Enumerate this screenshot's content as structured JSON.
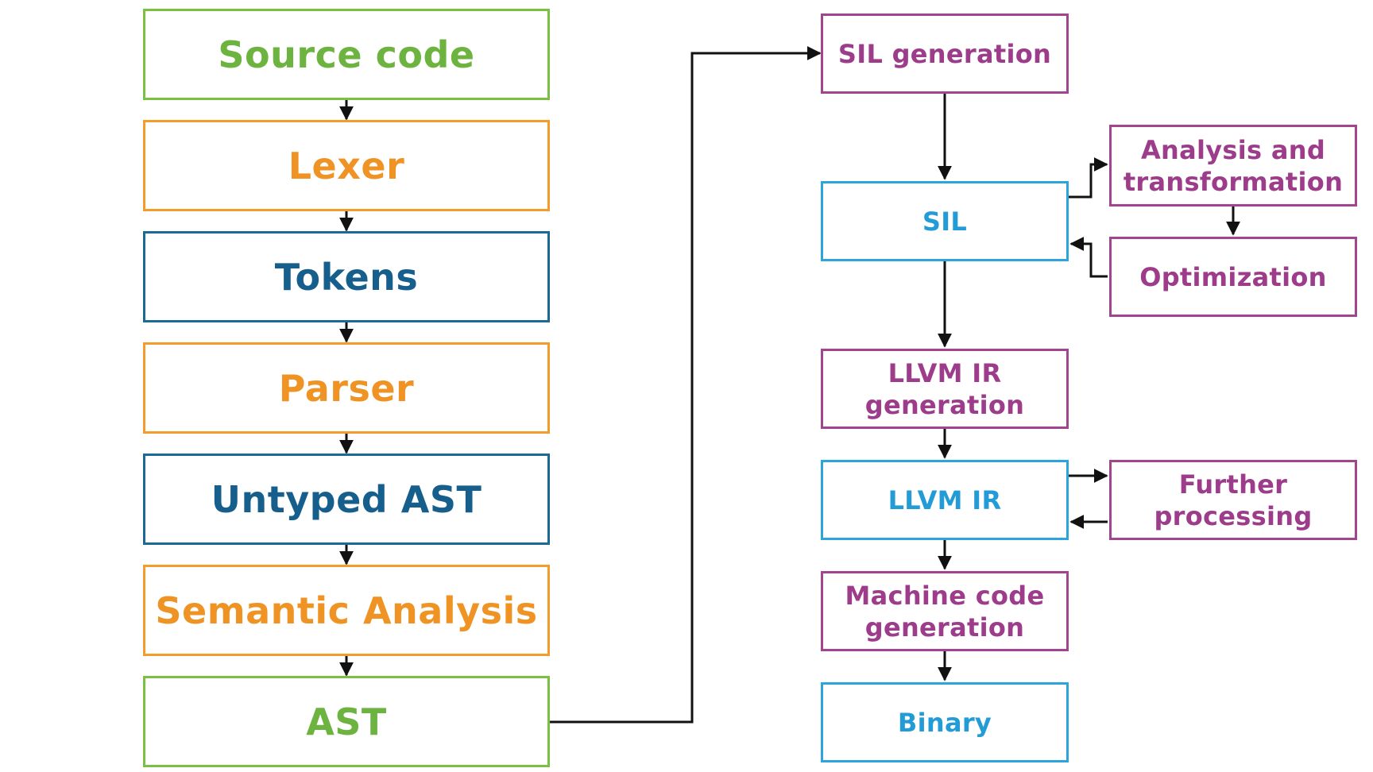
{
  "colors": {
    "green": "#6cb33f",
    "orange": "#ef9424",
    "navy": "#165f8c",
    "purple": "#9c3c8a",
    "cyan": "#229bd6",
    "arrow": "#111111"
  },
  "left_column": {
    "source_code": "Source code",
    "lexer": "Lexer",
    "tokens": "Tokens",
    "parser": "Parser",
    "untyped_ast": "Untyped AST",
    "semantic_analysis": "Semantic Analysis",
    "ast": "AST"
  },
  "right_column": {
    "sil_generation": "SIL generation",
    "sil": "SIL",
    "analysis_line1": "Analysis and",
    "analysis_line2": "transformation",
    "optimization": "Optimization",
    "llvm_ir_gen_line1": "LLVM IR",
    "llvm_ir_gen_line2": "generation",
    "llvm_ir": "LLVM IR",
    "further_line1": "Further",
    "further_line2": "processing",
    "machine_code_line1": "Machine code",
    "machine_code_line2": "generation",
    "binary": "Binary"
  }
}
